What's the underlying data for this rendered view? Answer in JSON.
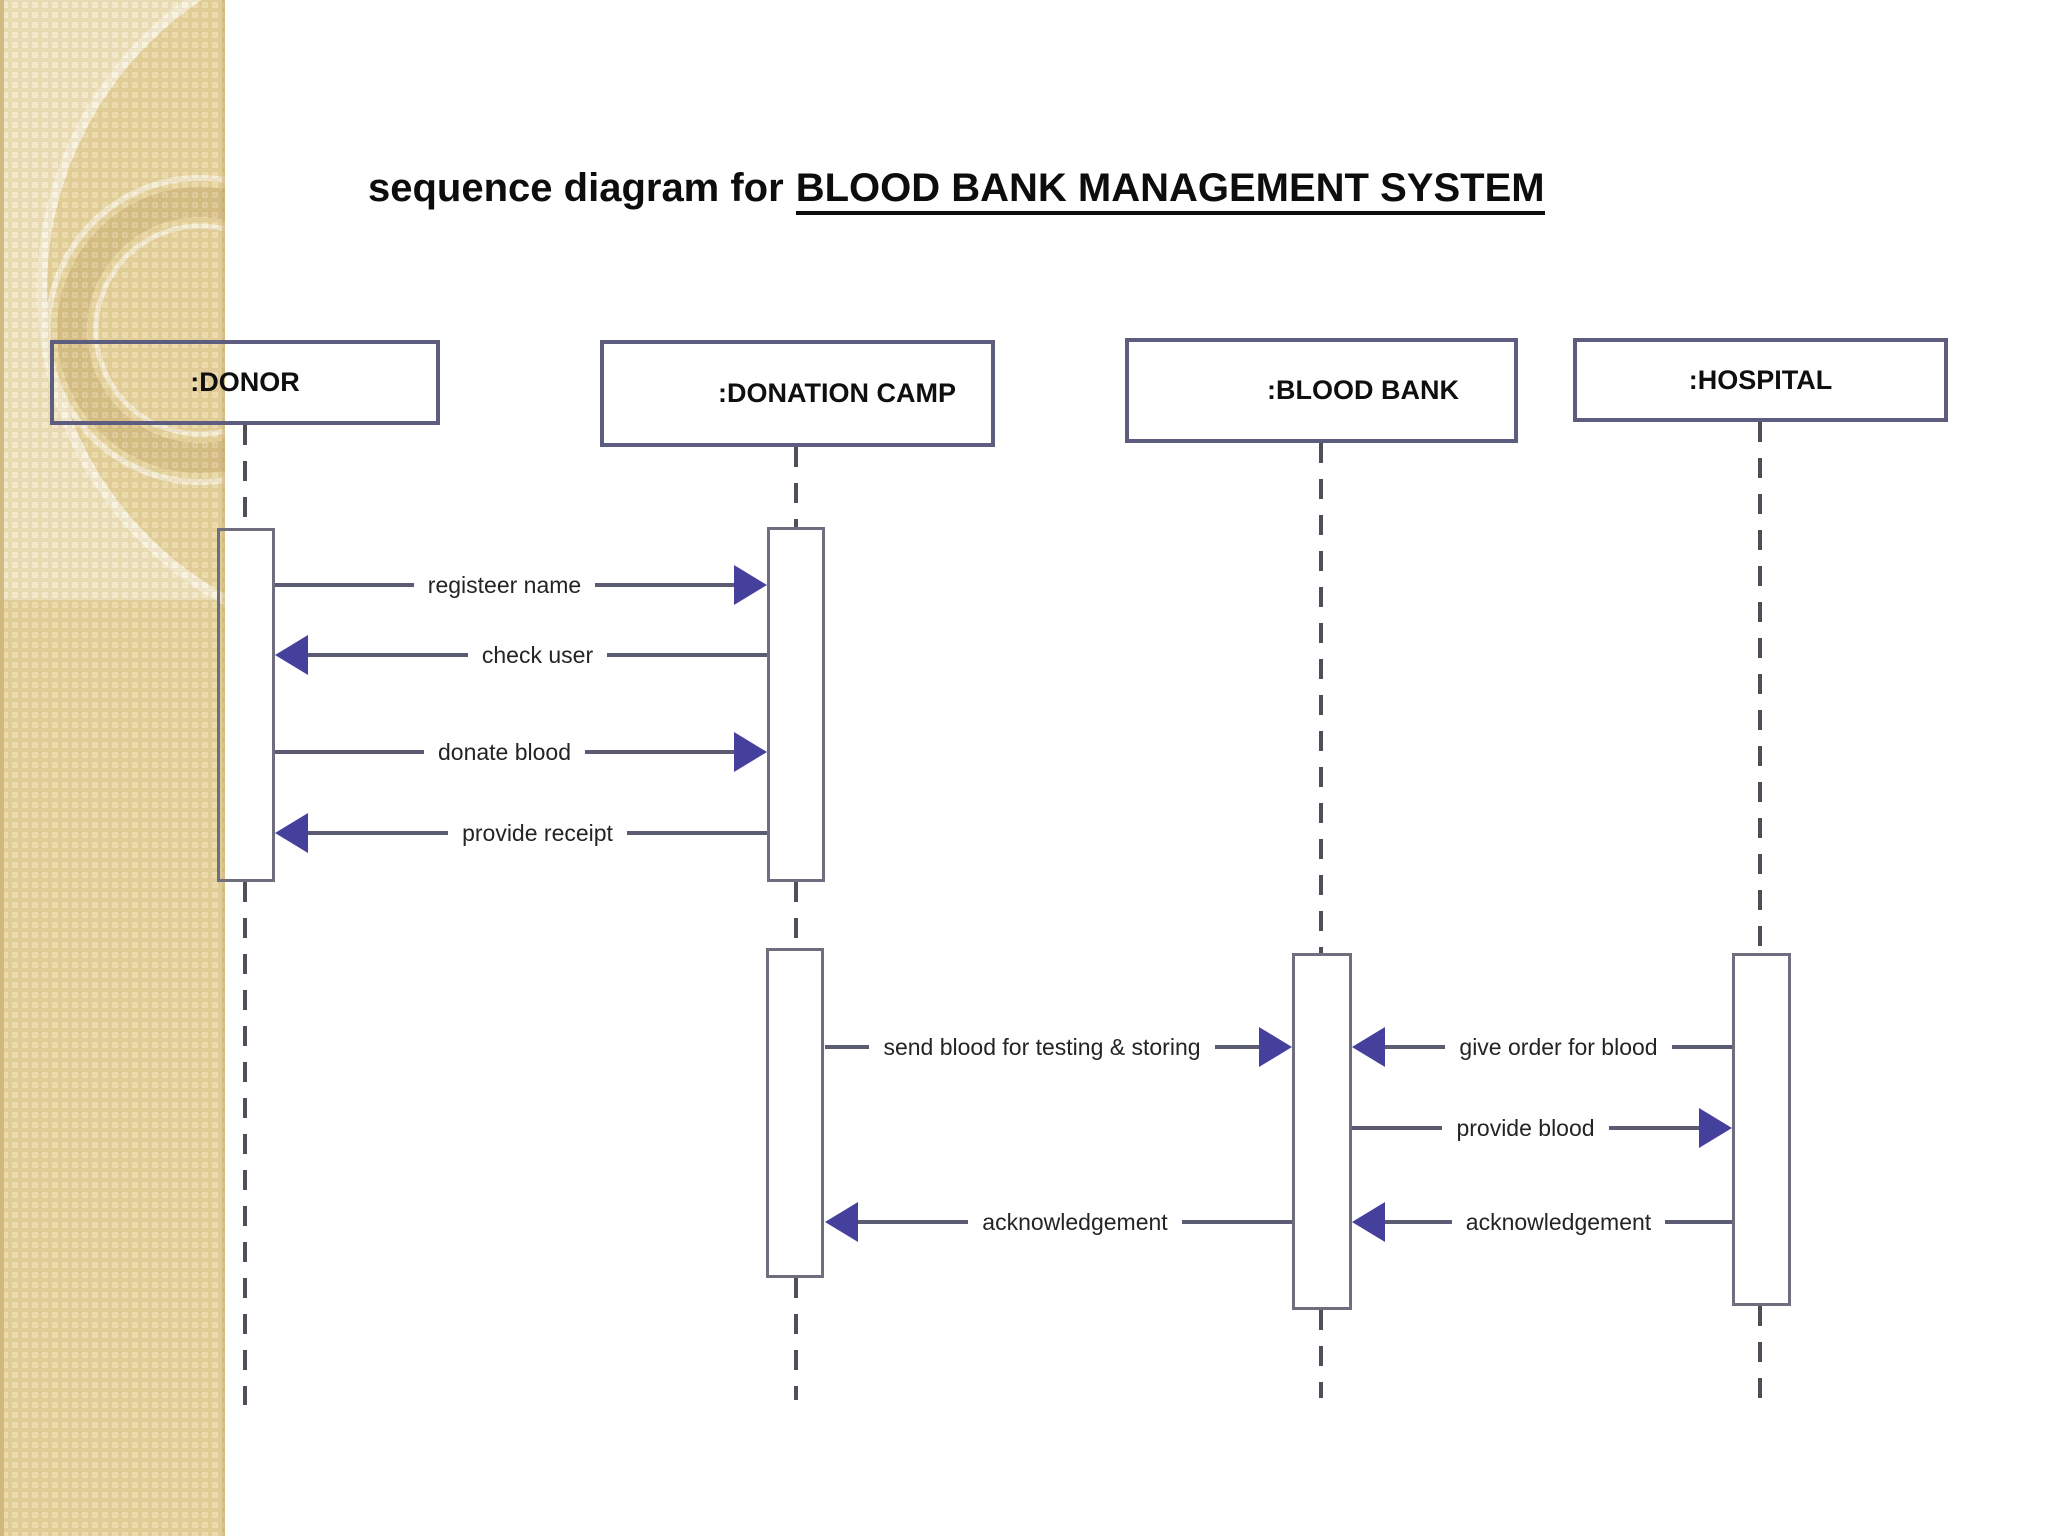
{
  "title": {
    "prefix": "sequence diagram for",
    "underlined": "BLOOD BANK MANAGEMENT SYSTEM"
  },
  "actors": [
    {
      "label": ":DONOR"
    },
    {
      "label": ":DONATION CAMP"
    },
    {
      "label": ":BLOOD BANK"
    },
    {
      "label": ":HOSPITAL"
    }
  ],
  "messages": [
    {
      "label": "registeer name",
      "from": ":DONOR",
      "to": ":DONATION CAMP",
      "direction": "right"
    },
    {
      "label": "check user",
      "from": ":DONATION CAMP",
      "to": ":DONOR",
      "direction": "left"
    },
    {
      "label": "donate blood",
      "from": ":DONOR",
      "to": ":DONATION CAMP",
      "direction": "right"
    },
    {
      "label": "provide receipt",
      "from": ":DONATION CAMP",
      "to": ":DONOR",
      "direction": "left"
    },
    {
      "label": "send blood for testing & storing",
      "from": ":DONATION CAMP",
      "to": ":BLOOD BANK",
      "direction": "right"
    },
    {
      "label": "give order for blood",
      "from": ":HOSPITAL",
      "to": ":BLOOD BANK",
      "direction": "left"
    },
    {
      "label": "provide blood",
      "from": ":BLOOD BANK",
      "to": ":HOSPITAL",
      "direction": "right"
    },
    {
      "label": "acknowledgement",
      "from": ":BLOOD BANK",
      "to": ":DONATION CAMP",
      "direction": "left"
    },
    {
      "label": "acknowledgement",
      "from": ":HOSPITAL",
      "to": ":BLOOD BANK",
      "direction": "left"
    }
  ],
  "colors": {
    "message_line": "#5b5b73",
    "arrowhead": "#46409d",
    "box_border": "#5d5d80",
    "activation_border": "#6e6e7e",
    "lifeline": "#4f4f5a",
    "text": "#161616",
    "background": "#ffffff",
    "sidebar_base": "#e8d5a0",
    "sidebar_light": "#f2e9cb",
    "sidebar_ring_cream": "#f8f1dc",
    "sidebar_ring_tan": "#d8c28a"
  }
}
